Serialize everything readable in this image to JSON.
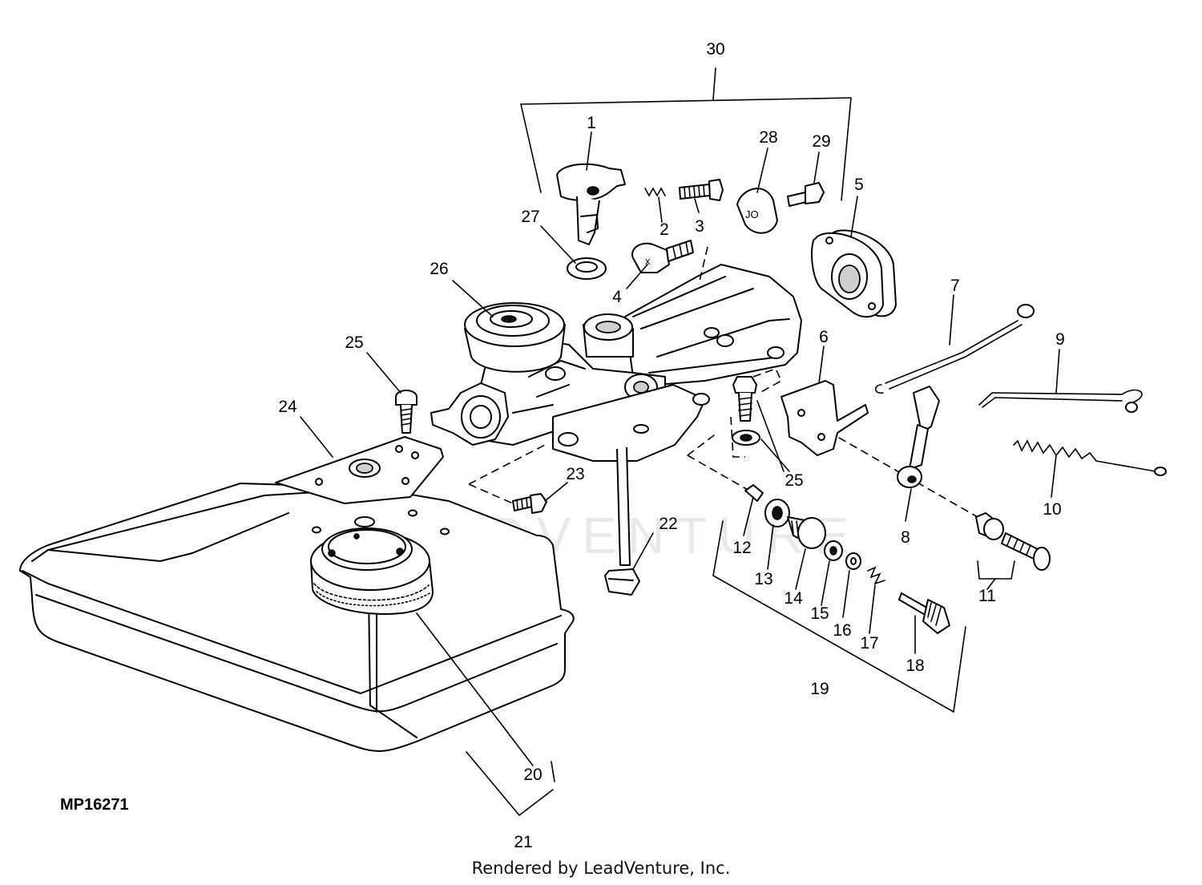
{
  "diagram": {
    "code": "MP16271",
    "footer": "Rendered by LeadVenture, Inc.",
    "watermark": "LEADVENTURE",
    "callouts": {
      "c1": "1",
      "c2": "2",
      "c3": "3",
      "c4": "4",
      "c5": "5",
      "c6": "6",
      "c7": "7",
      "c8": "8",
      "c9": "9",
      "c10": "10",
      "c11": "11",
      "c12": "12",
      "c13": "13",
      "c14": "14",
      "c15": "15",
      "c16": "16",
      "c17": "17",
      "c18": "18",
      "c19": "19",
      "c20": "20",
      "c21": "21",
      "c22": "22",
      "c23": "23",
      "c24": "24",
      "c25a": "25",
      "c25b": "25",
      "c26": "26",
      "c27": "27",
      "c28": "28",
      "c29": "29",
      "c30": "30"
    }
  }
}
